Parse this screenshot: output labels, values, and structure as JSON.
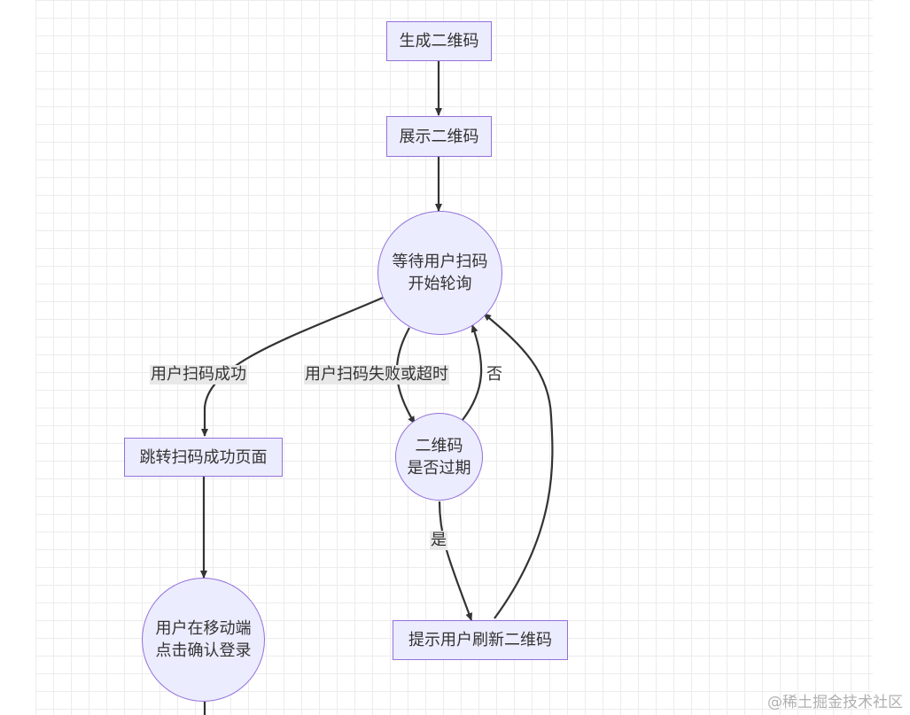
{
  "nodes": {
    "generate": "生成二维码",
    "display": "展示二维码",
    "wait_line1": "等待用户扫码",
    "wait_line2": "开始轮询",
    "expired_line1": "二维码",
    "expired_line2": "是否过期",
    "jump": "跳转扫码成功页面",
    "refresh": "提示用户刷新二维码",
    "confirm_line1": "用户在移动端",
    "confirm_line2": "点击确认登录"
  },
  "edges": {
    "scan_success": "用户扫码成功",
    "scan_fail": "用户扫码失败或超时",
    "no": "否",
    "yes": "是"
  },
  "colors": {
    "node_fill": "#ECECFF",
    "node_border": "#9370DB",
    "edge": "#333333",
    "label_bg": "#e8e8e8"
  },
  "watermark": "@稀土掘金技术社区"
}
